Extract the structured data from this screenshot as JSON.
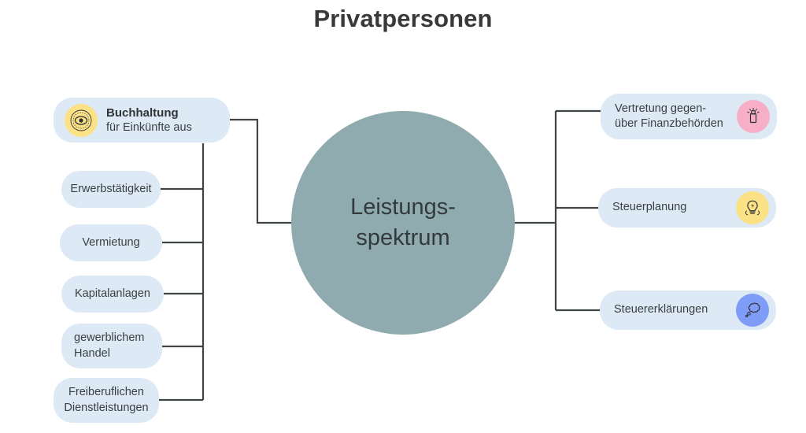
{
  "page": {
    "title": "Privatpersonen",
    "background": "#ffffff"
  },
  "center": {
    "label": "Leistungs-\nspektrum",
    "line1": "Leistungs-",
    "line2": "spektrum",
    "color": "#8fabb0",
    "text_color": "#333a3c"
  },
  "colors": {
    "pill_background": "#dde9f4",
    "connector": "#3f4447",
    "icon_yellow": "#fbe286",
    "icon_pink": "#f6afc6",
    "icon_blue": "#7f9cf7",
    "title_text": "#37393b",
    "body_text": "#3a4043"
  },
  "left": {
    "main": {
      "title": "Buchhaltung",
      "subtitle": "für Einkünfte aus",
      "icon": "eye-target-icon",
      "icon_color": "#fbe286"
    },
    "items": [
      {
        "label": "Erwerbstätigkeit"
      },
      {
        "label": "Vermietung"
      },
      {
        "label": "Kapitalanlagen"
      },
      {
        "label": "gewerblichem\nHandel"
      },
      {
        "label": "Freiberuflichen\nDienstleistungen"
      }
    ]
  },
  "right": {
    "items": [
      {
        "label": "Vertretung gegen-\nüber Finanzbehörden",
        "icon": "stamp-icon",
        "icon_color": "#f6afc6"
      },
      {
        "label": "Steuerplanung",
        "icon": "lightbulb-icon",
        "icon_color": "#fbe286"
      },
      {
        "label": "Steuererklärungen",
        "icon": "thought-cloud-icon",
        "icon_color": "#7f9cf7"
      }
    ]
  }
}
